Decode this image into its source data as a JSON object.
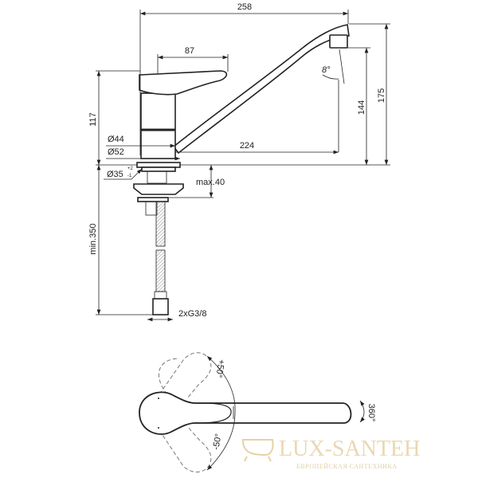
{
  "dimensions": {
    "overall_length": "258",
    "handle_length": "87",
    "height_total": "175",
    "spout_height": "144",
    "body_height": "117",
    "spout_reach": "224",
    "diameter_44": "Ø44",
    "diameter_52": "Ø52",
    "hole_diameter": "Ø35",
    "hole_tol_plus": "+2",
    "hole_tol_minus": "-1",
    "max_thickness": "max.40",
    "hose_length": "min.350",
    "connection": "2xG3/8",
    "spout_angle": "8°"
  },
  "top_view": {
    "rotation_plus": "+50°",
    "rotation_minus": "-50°",
    "spout_rotation": "360°"
  },
  "watermark": {
    "brand": "LUX-SANTEH",
    "tagline": "ЕВРОПЕЙСКАЯ САНТЕХНИКА",
    "color": "#e6d2a6"
  }
}
